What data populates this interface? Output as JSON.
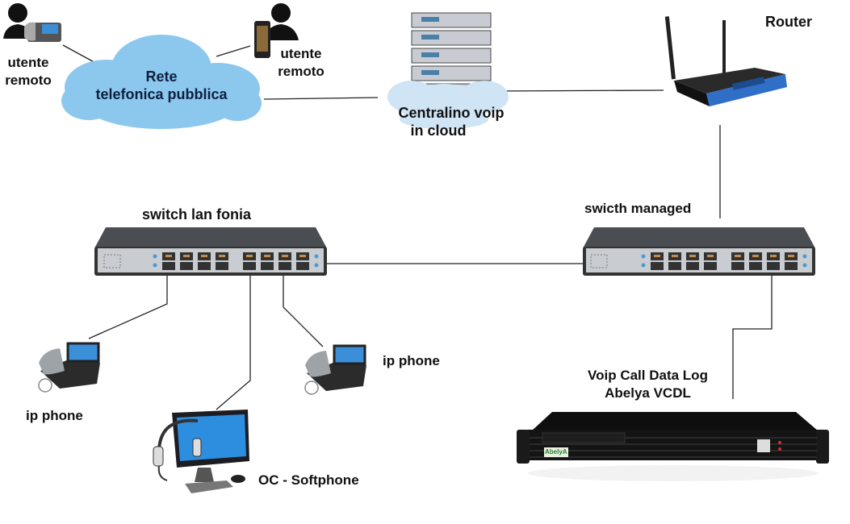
{
  "diagram": {
    "nodes": {
      "remote_user_phone": {
        "label_line1": "utente",
        "label_line2": "remoto",
        "icon": "person-deskphone"
      },
      "remote_user_mobile": {
        "label_line1": "utente",
        "label_line2": "remoto",
        "icon": "person-smartphone"
      },
      "pstn": {
        "label_line1": "Rete",
        "label_line2": "telefonica pubblica",
        "icon": "cloud"
      },
      "cloud_pbx": {
        "label_line1": "Centralino voip",
        "label_line2": "in cloud",
        "icon": "server-rack-cloud"
      },
      "router": {
        "label": "Router",
        "icon": "wifi-router"
      },
      "switch_voice": {
        "label": "switch lan fonia",
        "icon": "network-switch"
      },
      "switch_managed": {
        "label": "swicth managed",
        "icon": "network-switch"
      },
      "ip_phone_left": {
        "label": "ip phone",
        "icon": "ip-phone"
      },
      "ip_phone_right": {
        "label": "ip phone",
        "icon": "ip-phone"
      },
      "softphone": {
        "label": "OC - Softphone",
        "icon": "monitor-headset"
      },
      "vcdl": {
        "label_line1": "Voip Call Data Log",
        "label_line2": "Abelya VCDL",
        "icon": "rack-server",
        "brand": "AbelyA"
      }
    },
    "colors": {
      "cloud": "#8cc8ee",
      "cloud_text": "#0e1f3c",
      "router_blue": "#2f6fc7",
      "line": "#222222"
    }
  }
}
